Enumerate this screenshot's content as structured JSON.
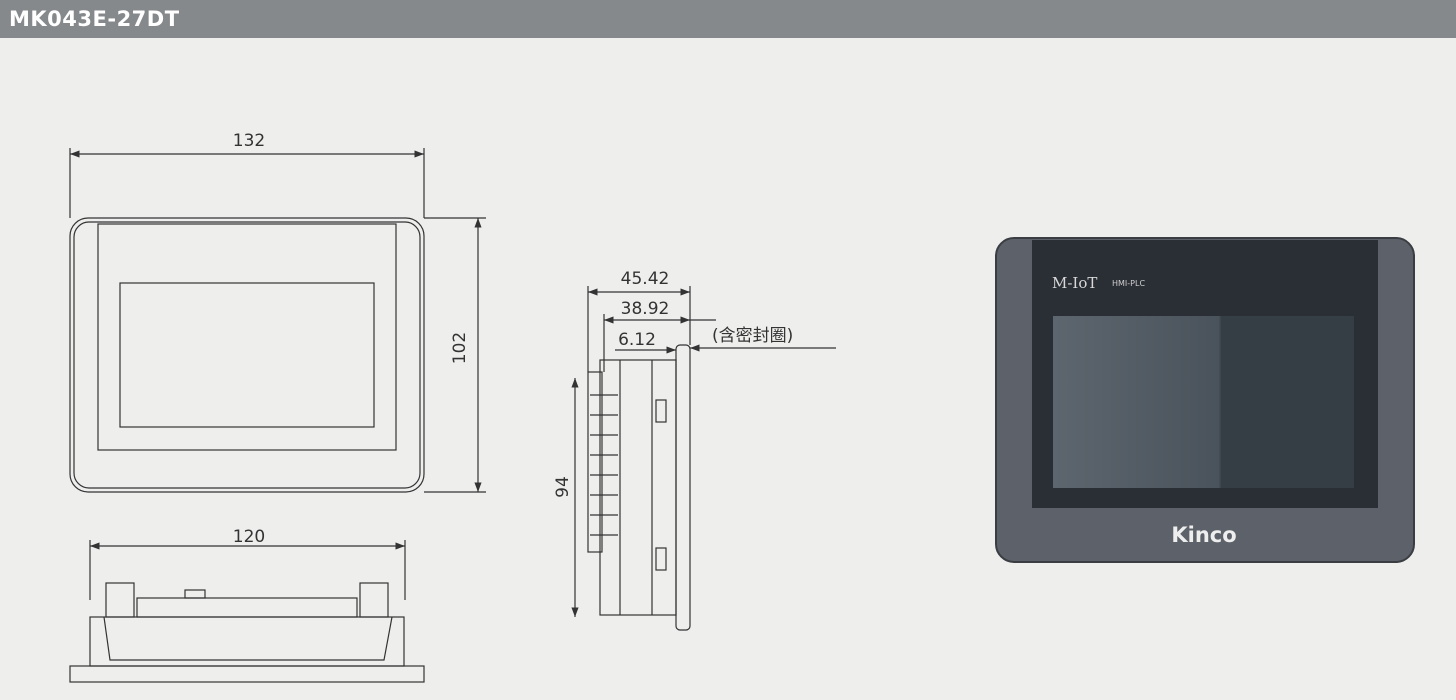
{
  "header": {
    "title": "MK043E-27DT"
  },
  "front_view": {
    "width_label": "132",
    "height_label": "102"
  },
  "bottom_view": {
    "width_label": "120"
  },
  "side_view": {
    "depth_total_label": "45.42",
    "depth_body_label": "38.92",
    "depth_panel_label": "6.12",
    "seal_note": "(含密封圈)",
    "height_label": "94"
  },
  "product_photo": {
    "logo": "M-IoT",
    "logo_suffix": "HMI-PLC",
    "brand": "Kinco"
  },
  "colors": {
    "header_bg": "#86898b",
    "page_bg": "#eeefed",
    "device_body": "#5d6169",
    "device_panel": "#2a2e35"
  }
}
